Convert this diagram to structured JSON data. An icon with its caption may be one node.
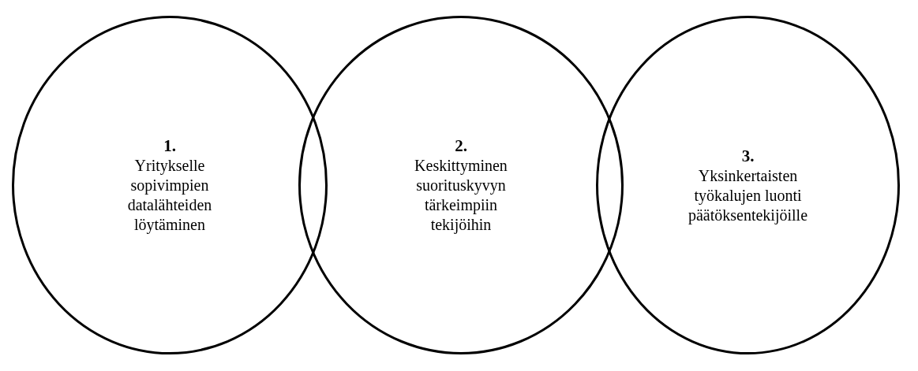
{
  "diagram": {
    "nodes": [
      {
        "text": [
          "1.",
          "Yritykselle sopivimpien datalähteiden löytäminen"
        ]
      },
      {
        "text": [
          "2.",
          "Keskittyminen suorituskyvyn tärkeimpiin tekijöihin"
        ]
      },
      {
        "text": [
          "3.",
          "Yksinkertaisten työkalujen luonti päätöksentekijöille"
        ]
      }
    ]
  }
}
